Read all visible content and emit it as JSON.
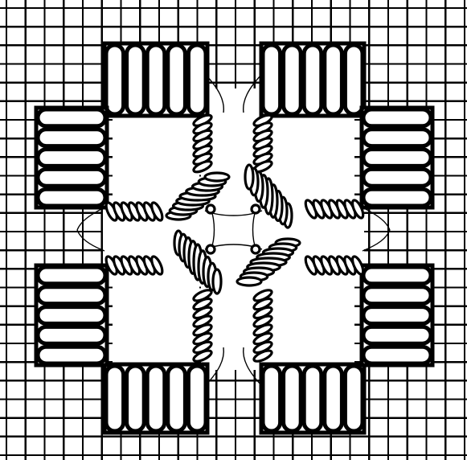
{
  "diagram": {
    "subject": "embroidery-stitch-pattern",
    "colors": {
      "ink": "#000000",
      "paper": "#ffffff"
    },
    "grid": {
      "columns": 24,
      "rows": 24
    },
    "satin_blocks": {
      "count": 8,
      "stitches_per_block": 5
    },
    "corded_bars": {
      "count": 4
    },
    "woven_corners": {
      "count": 4
    }
  }
}
